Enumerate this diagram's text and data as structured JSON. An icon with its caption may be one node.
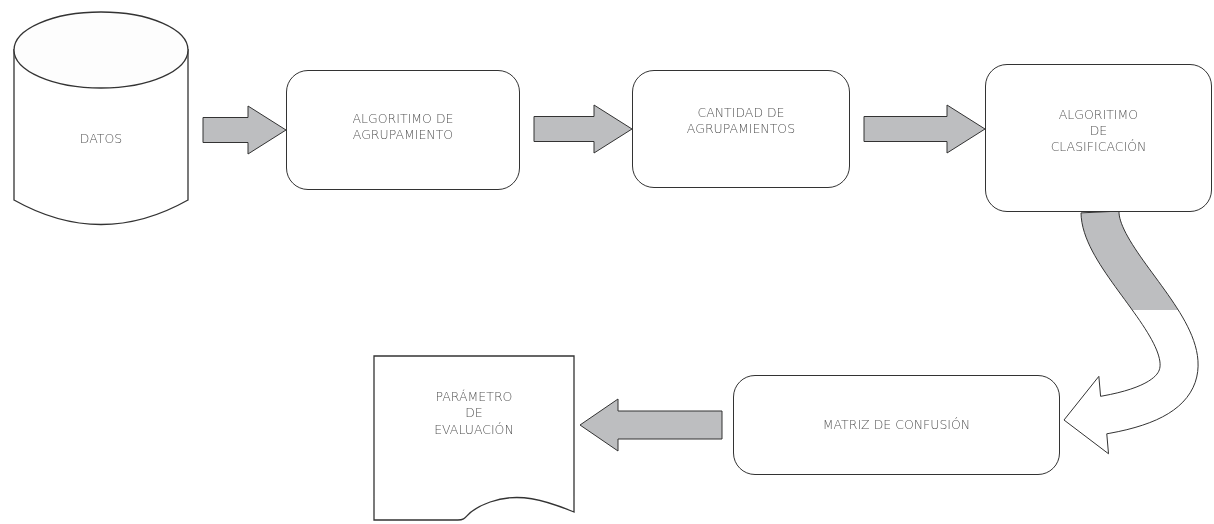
{
  "diagram": {
    "nodes": [
      {
        "text": [
          "DATOS"
        ]
      },
      {
        "text": [
          "ALGORITIMO DE AGRUPAMIENTO"
        ]
      },
      {
        "text": [
          "CANTIDAD DE AGRUPAMIENTOS"
        ]
      },
      {
        "text": [
          "ALGORITIMO DE CLASIFICACIÓN"
        ]
      },
      {
        "text": [
          "MATRIZ DE CONFUSIÓN"
        ]
      },
      {
        "text": [
          "PARÁMETRO DE EVALUACIÓN"
        ]
      }
    ],
    "edges": [
      {
        "from": 0,
        "to": 1,
        "arrow": "to"
      },
      {
        "from": 1,
        "to": 2,
        "arrow": "to"
      },
      {
        "from": 2,
        "to": 3,
        "arrow": "to"
      },
      {
        "from": 3,
        "to": 4,
        "arrow": "to"
      },
      {
        "from": 4,
        "to": 5,
        "arrow": "to"
      }
    ]
  }
}
